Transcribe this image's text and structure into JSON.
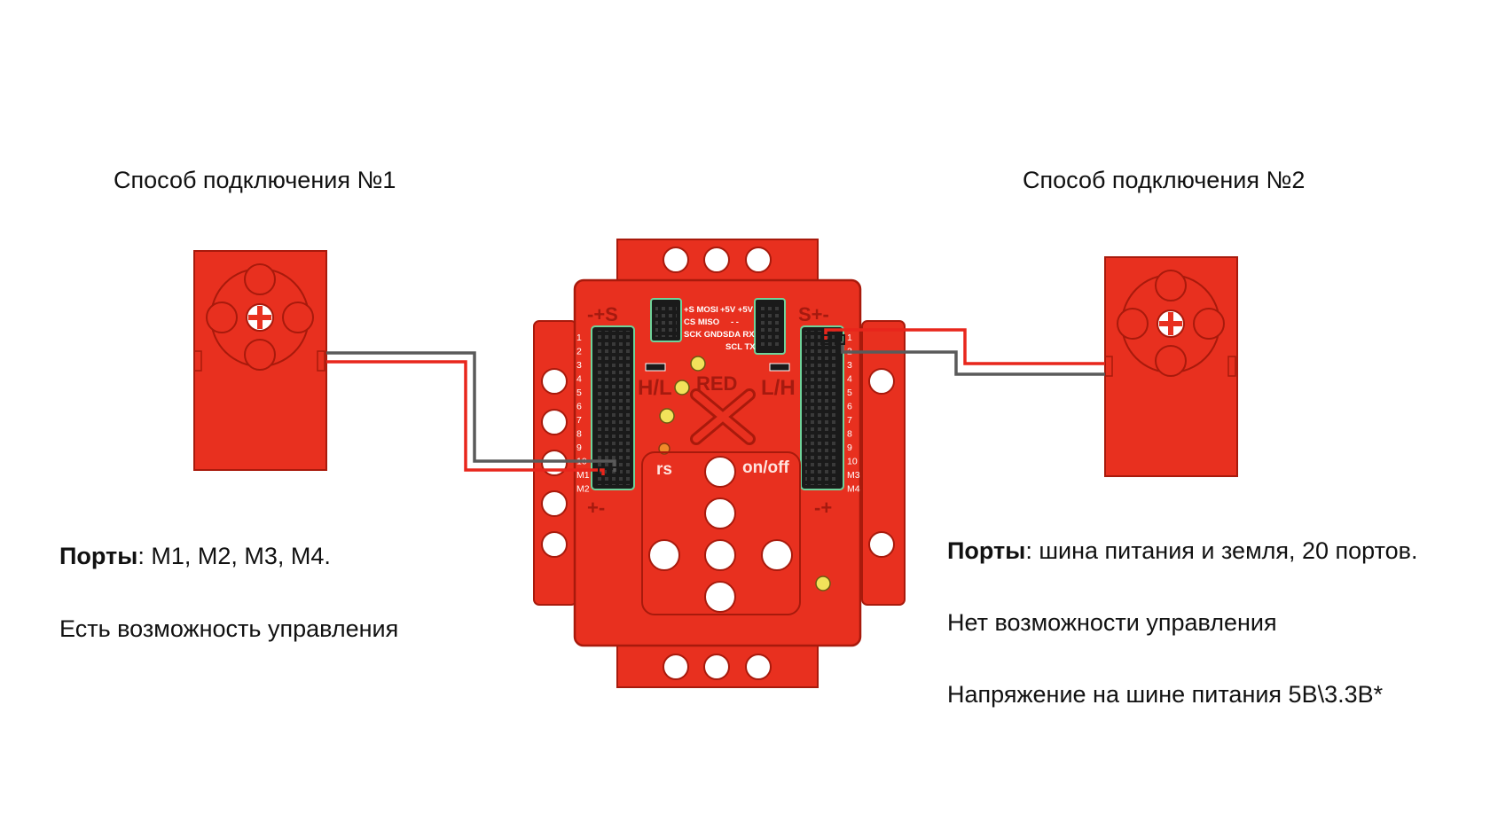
{
  "left": {
    "title": "Способ подключения №1",
    "ports_label": "Порты",
    "ports_value": ": M1, M2, M3, M4.",
    "control": "Есть возможность управления"
  },
  "right": {
    "title": "Способ подключения №2",
    "ports_label": "Порты",
    "ports_value": ": шина питания и земля, 20 портов.",
    "control": "Нет возможности управления",
    "voltage": "Напряжение на шине питания 5В\\3.3В*"
  },
  "board": {
    "logo": "RED",
    "rs_label": "rs",
    "onoff_label": "on/off",
    "switch_left": "H/L",
    "switch_right": "L/H",
    "left_header_top": "-+S",
    "right_header_top": "S+-",
    "left_header_bottom": "+-",
    "right_header_bottom": "-+",
    "spi_labels": [
      "+S MOSI",
      "CS MISO",
      "SCK GND"
    ],
    "i2c_labels": [
      "+5V +5V",
      "-   -",
      "SDA RX",
      "SCL TX"
    ],
    "left_pins": [
      "1",
      "2",
      "3",
      "4",
      "5",
      "6",
      "7",
      "8",
      "9",
      "10",
      "M1",
      "M2"
    ],
    "right_pins": [
      "1",
      "2",
      "3",
      "4",
      "5",
      "6",
      "7",
      "8",
      "9",
      "10",
      "M3",
      "M4"
    ]
  },
  "colors": {
    "board_red": "#e8301f",
    "board_edge": "#a81a0c",
    "wire_red": "#e8261c",
    "wire_gray": "#5a5a5a"
  }
}
